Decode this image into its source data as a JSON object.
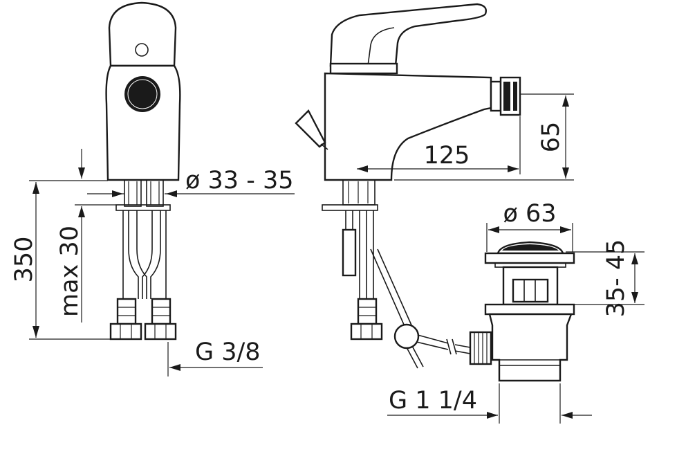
{
  "dimensions": {
    "diameter_fitting": "ø 33 - 35",
    "height_total": "350",
    "max_thickness": "max 30",
    "supply_thread": "G 3/8",
    "spout_reach": "125",
    "spout_height": "65",
    "waste_diameter": "ø 63",
    "waste_range": "35- 45",
    "waste_thread": "G 1 1/4"
  }
}
